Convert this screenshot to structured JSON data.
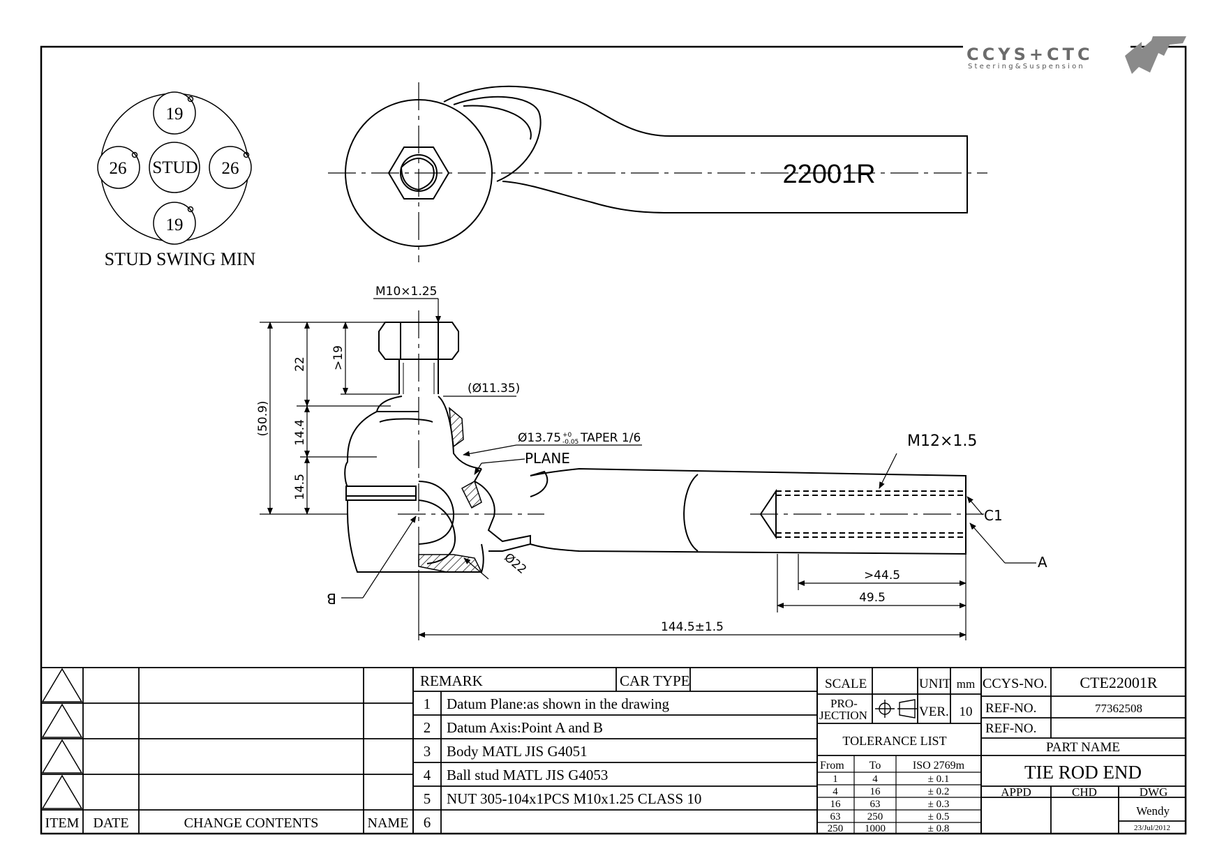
{
  "logo": {
    "name": "CCYS+CTC",
    "tagline": "Steering&Suspension"
  },
  "part_label": "22001R",
  "stud_swing": {
    "title": "STUD SWING MIN",
    "center": "STUD",
    "top": "19",
    "bottom": "19",
    "left": "26",
    "right": "26"
  },
  "dimensions": {
    "stud_thread": "M10×1.25",
    "overall_height": "(50.9)",
    "h22": "22",
    "h19": ">19",
    "h14_4": "14.4",
    "h14_5": "14.5",
    "dia_11": "(Ø11.35)",
    "taper": "Ø13.75",
    "taper_tol_upper": "+0",
    "taper_tol_lower": "-0.05",
    "taper_suffix": "TAPER 1/6",
    "plane": "PLANE",
    "dia_22": "Ø22",
    "point_b": "B",
    "thread_m12": "M12×1.5",
    "chamfer": "C1",
    "point_a": "A",
    "len_44": ">44.5",
    "len_49": "49.5",
    "len_144": "144.5±1.5"
  },
  "revision_table": {
    "headers": {
      "item": "ITEM",
      "date": "DATE",
      "change": "CHANGE CONTENTS",
      "name": "NAME"
    }
  },
  "remarks": {
    "header": "REMARK",
    "car_type_label": "CAR TYPE",
    "car_type_value": "",
    "items": [
      {
        "no": "1",
        "text": "Datum Plane:as shown in the drawing"
      },
      {
        "no": "2",
        "text": "Datum Axis:Point A and B"
      },
      {
        "no": "3",
        "text": "Body MATL JIS G4051"
      },
      {
        "no": "4",
        "text": "Ball stud MATL JIS G4053"
      },
      {
        "no": "5",
        "text": "NUT 305-104x1PCS M10x1.25 CLASS 10"
      },
      {
        "no": "6",
        "text": ""
      }
    ]
  },
  "spec": {
    "scale_label": "SCALE",
    "scale_value": "",
    "unit_label": "UNIT",
    "unit_value": "mm",
    "projection_label_1": "PRO-",
    "projection_label_2": "JECTION",
    "ver_label": "VER.",
    "ver_value": "10",
    "tolerance_title": "TOLERANCE LIST",
    "tol_headers": {
      "from": "From",
      "to": "To",
      "iso": "ISO 2769m"
    },
    "tolerances": [
      {
        "from": "1",
        "to": "4",
        "tol": "± 0.1"
      },
      {
        "from": "4",
        "to": "16",
        "tol": "± 0.2"
      },
      {
        "from": "16",
        "to": "63",
        "tol": "± 0.3"
      },
      {
        "from": "63",
        "to": "250",
        "tol": "± 0.5"
      },
      {
        "from": "250",
        "to": "1000",
        "tol": "± 0.8"
      }
    ]
  },
  "title_block": {
    "ccys_no_label": "CCYS-NO.",
    "ccys_no": "CTE22001R",
    "ref_no_label": "REF-NO.",
    "ref_no": "77362508",
    "ref_no_label_2": "REF-NO.",
    "ref_no_2": "",
    "part_name_label": "PART NAME",
    "part_name": "TIE ROD END",
    "appd_label": "APPD",
    "chd_label": "CHD",
    "dwg_label": "DWG",
    "drawn_by": "Wendy",
    "date": "23/Jul/2012"
  }
}
